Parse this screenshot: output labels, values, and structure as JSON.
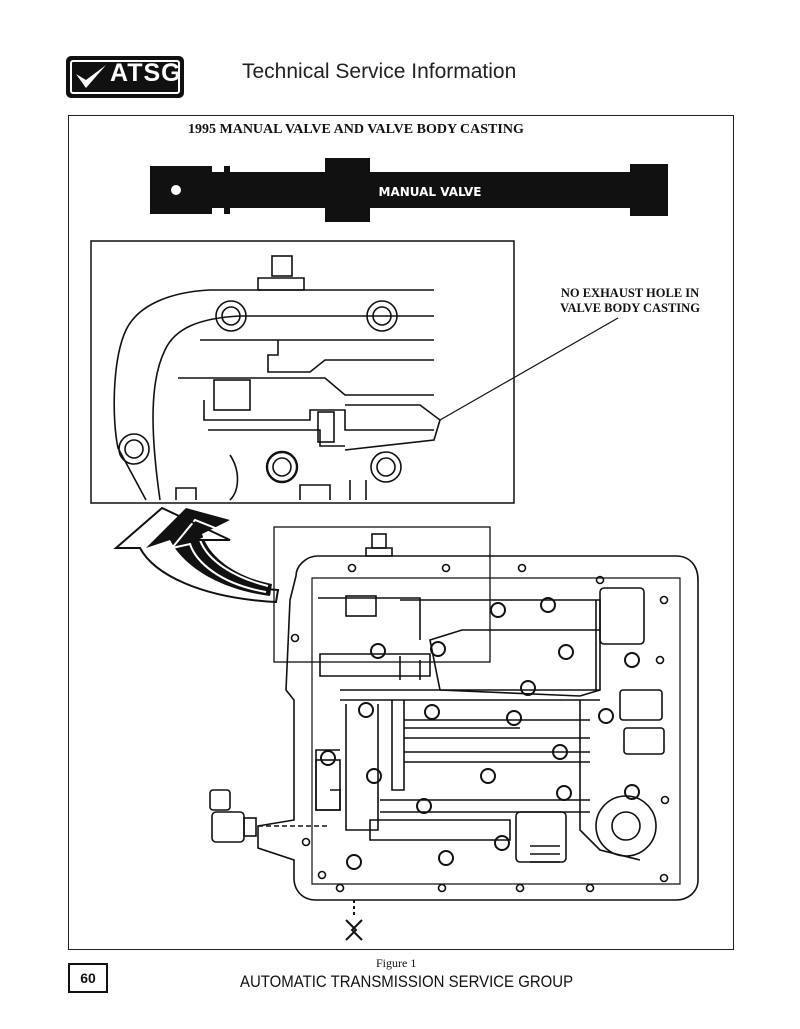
{
  "header": {
    "logo_text": "ATSG",
    "title": "Technical Service Information"
  },
  "figure": {
    "title": "1995 MANUAL VALVE AND VALVE BODY CASTING",
    "valve_label": "MANUAL VALVE",
    "callout_line1": "NO EXHAUST HOLE IN",
    "callout_line2": "VALVE BODY CASTING",
    "caption": "Figure 1"
  },
  "footer": {
    "page_number": "60",
    "org": "AUTOMATIC TRANSMISSION SERVICE GROUP"
  }
}
